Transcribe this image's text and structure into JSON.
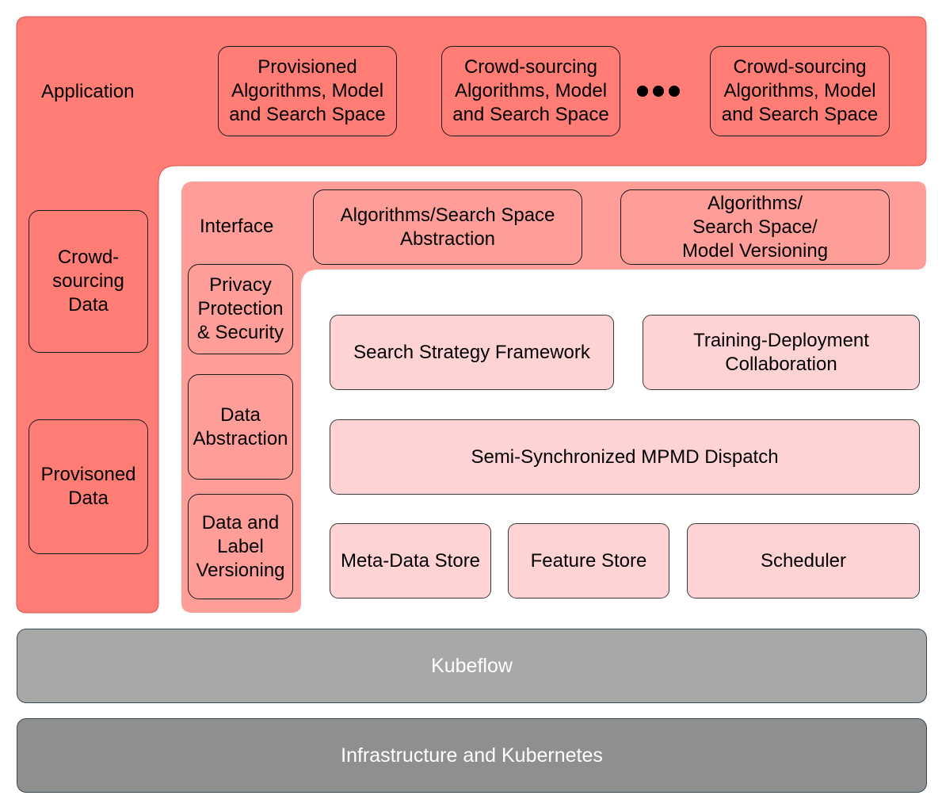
{
  "application": {
    "label": "Application",
    "top_boxes": [
      {
        "lines": [
          "Provisioned",
          "Algorithms, Model",
          "and Search Space"
        ]
      },
      {
        "lines": [
          "Crowd-sourcing",
          "Algorithms, Model",
          "and Search Space"
        ]
      },
      {
        "lines": [
          "Crowd-sourcing",
          "Algorithms, Model",
          "and Search Space"
        ]
      }
    ],
    "side_boxes": [
      {
        "lines": [
          "Crowd-",
          "sourcing",
          "Data"
        ]
      },
      {
        "lines": [
          "Provisoned",
          "Data"
        ]
      }
    ],
    "color": "#ff7d75"
  },
  "interface": {
    "label": "Interface",
    "top_boxes": [
      {
        "lines": [
          "Algorithms/Search Space",
          "Abstraction"
        ]
      },
      {
        "lines": [
          "Algorithms/",
          "Search Space/",
          "Model Versioning"
        ]
      }
    ],
    "side_boxes": [
      {
        "lines": [
          "Privacy",
          "Protection",
          "& Security"
        ]
      },
      {
        "lines": [
          "Data",
          "Abstraction"
        ]
      },
      {
        "lines": [
          "Data and",
          "Label",
          "Versioning"
        ]
      }
    ],
    "color": "#ff9e99"
  },
  "core": {
    "search_strategy": "Search Strategy Framework",
    "training_deployment": [
      "Training-Deployment",
      "Collaboration"
    ],
    "dispatch": "Semi-Synchronized MPMD Dispatch",
    "metadata_store": "Meta-Data Store",
    "feature_store": "Feature Store",
    "scheduler": "Scheduler",
    "color": "#ffd3d3"
  },
  "kubeflow": {
    "label": "Kubeflow",
    "color": "#a8a8a8"
  },
  "infrastructure": {
    "label": "Infrastructure and Kubernetes",
    "color": "#8f8f8f"
  }
}
